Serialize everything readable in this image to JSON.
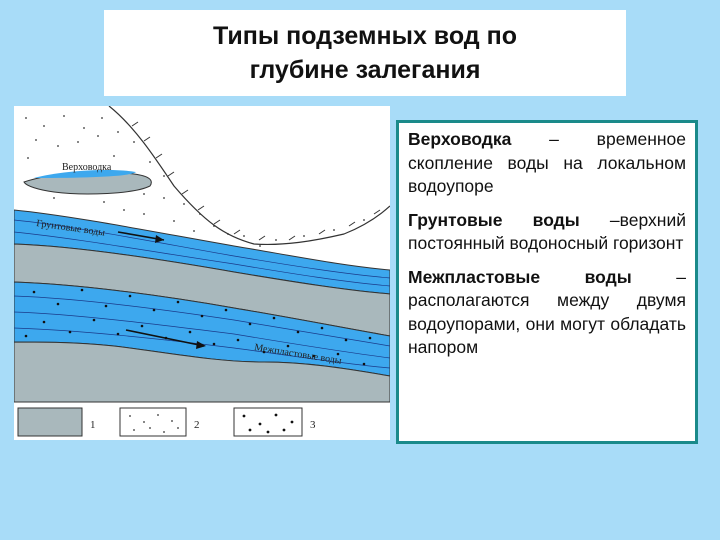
{
  "title": {
    "line1": "Типы подземных вод по",
    "line2": "глубине залегания"
  },
  "diagram": {
    "labels": {
      "perched": "Верховодка",
      "groundwater": "Грунтовые воды",
      "interstratal": "Межпластовые воды"
    },
    "legend": [
      {
        "num": "1"
      },
      {
        "num": "2"
      },
      {
        "num": "3"
      }
    ],
    "colors": {
      "clay": "#a9b8bc",
      "water": "#3da8ee",
      "sand": "#ffffff"
    }
  },
  "definitions": [
    {
      "term": "Верховодка",
      "text": " – временное скопление воды на локальном водоупоре"
    },
    {
      "term": "Грунтовые воды",
      "text": " –верхний постоянный водоносный горизонт"
    },
    {
      "term": "Межпластовые воды",
      "text": " –располагаются между двумя водоупорами, они могут обладать напором"
    }
  ]
}
